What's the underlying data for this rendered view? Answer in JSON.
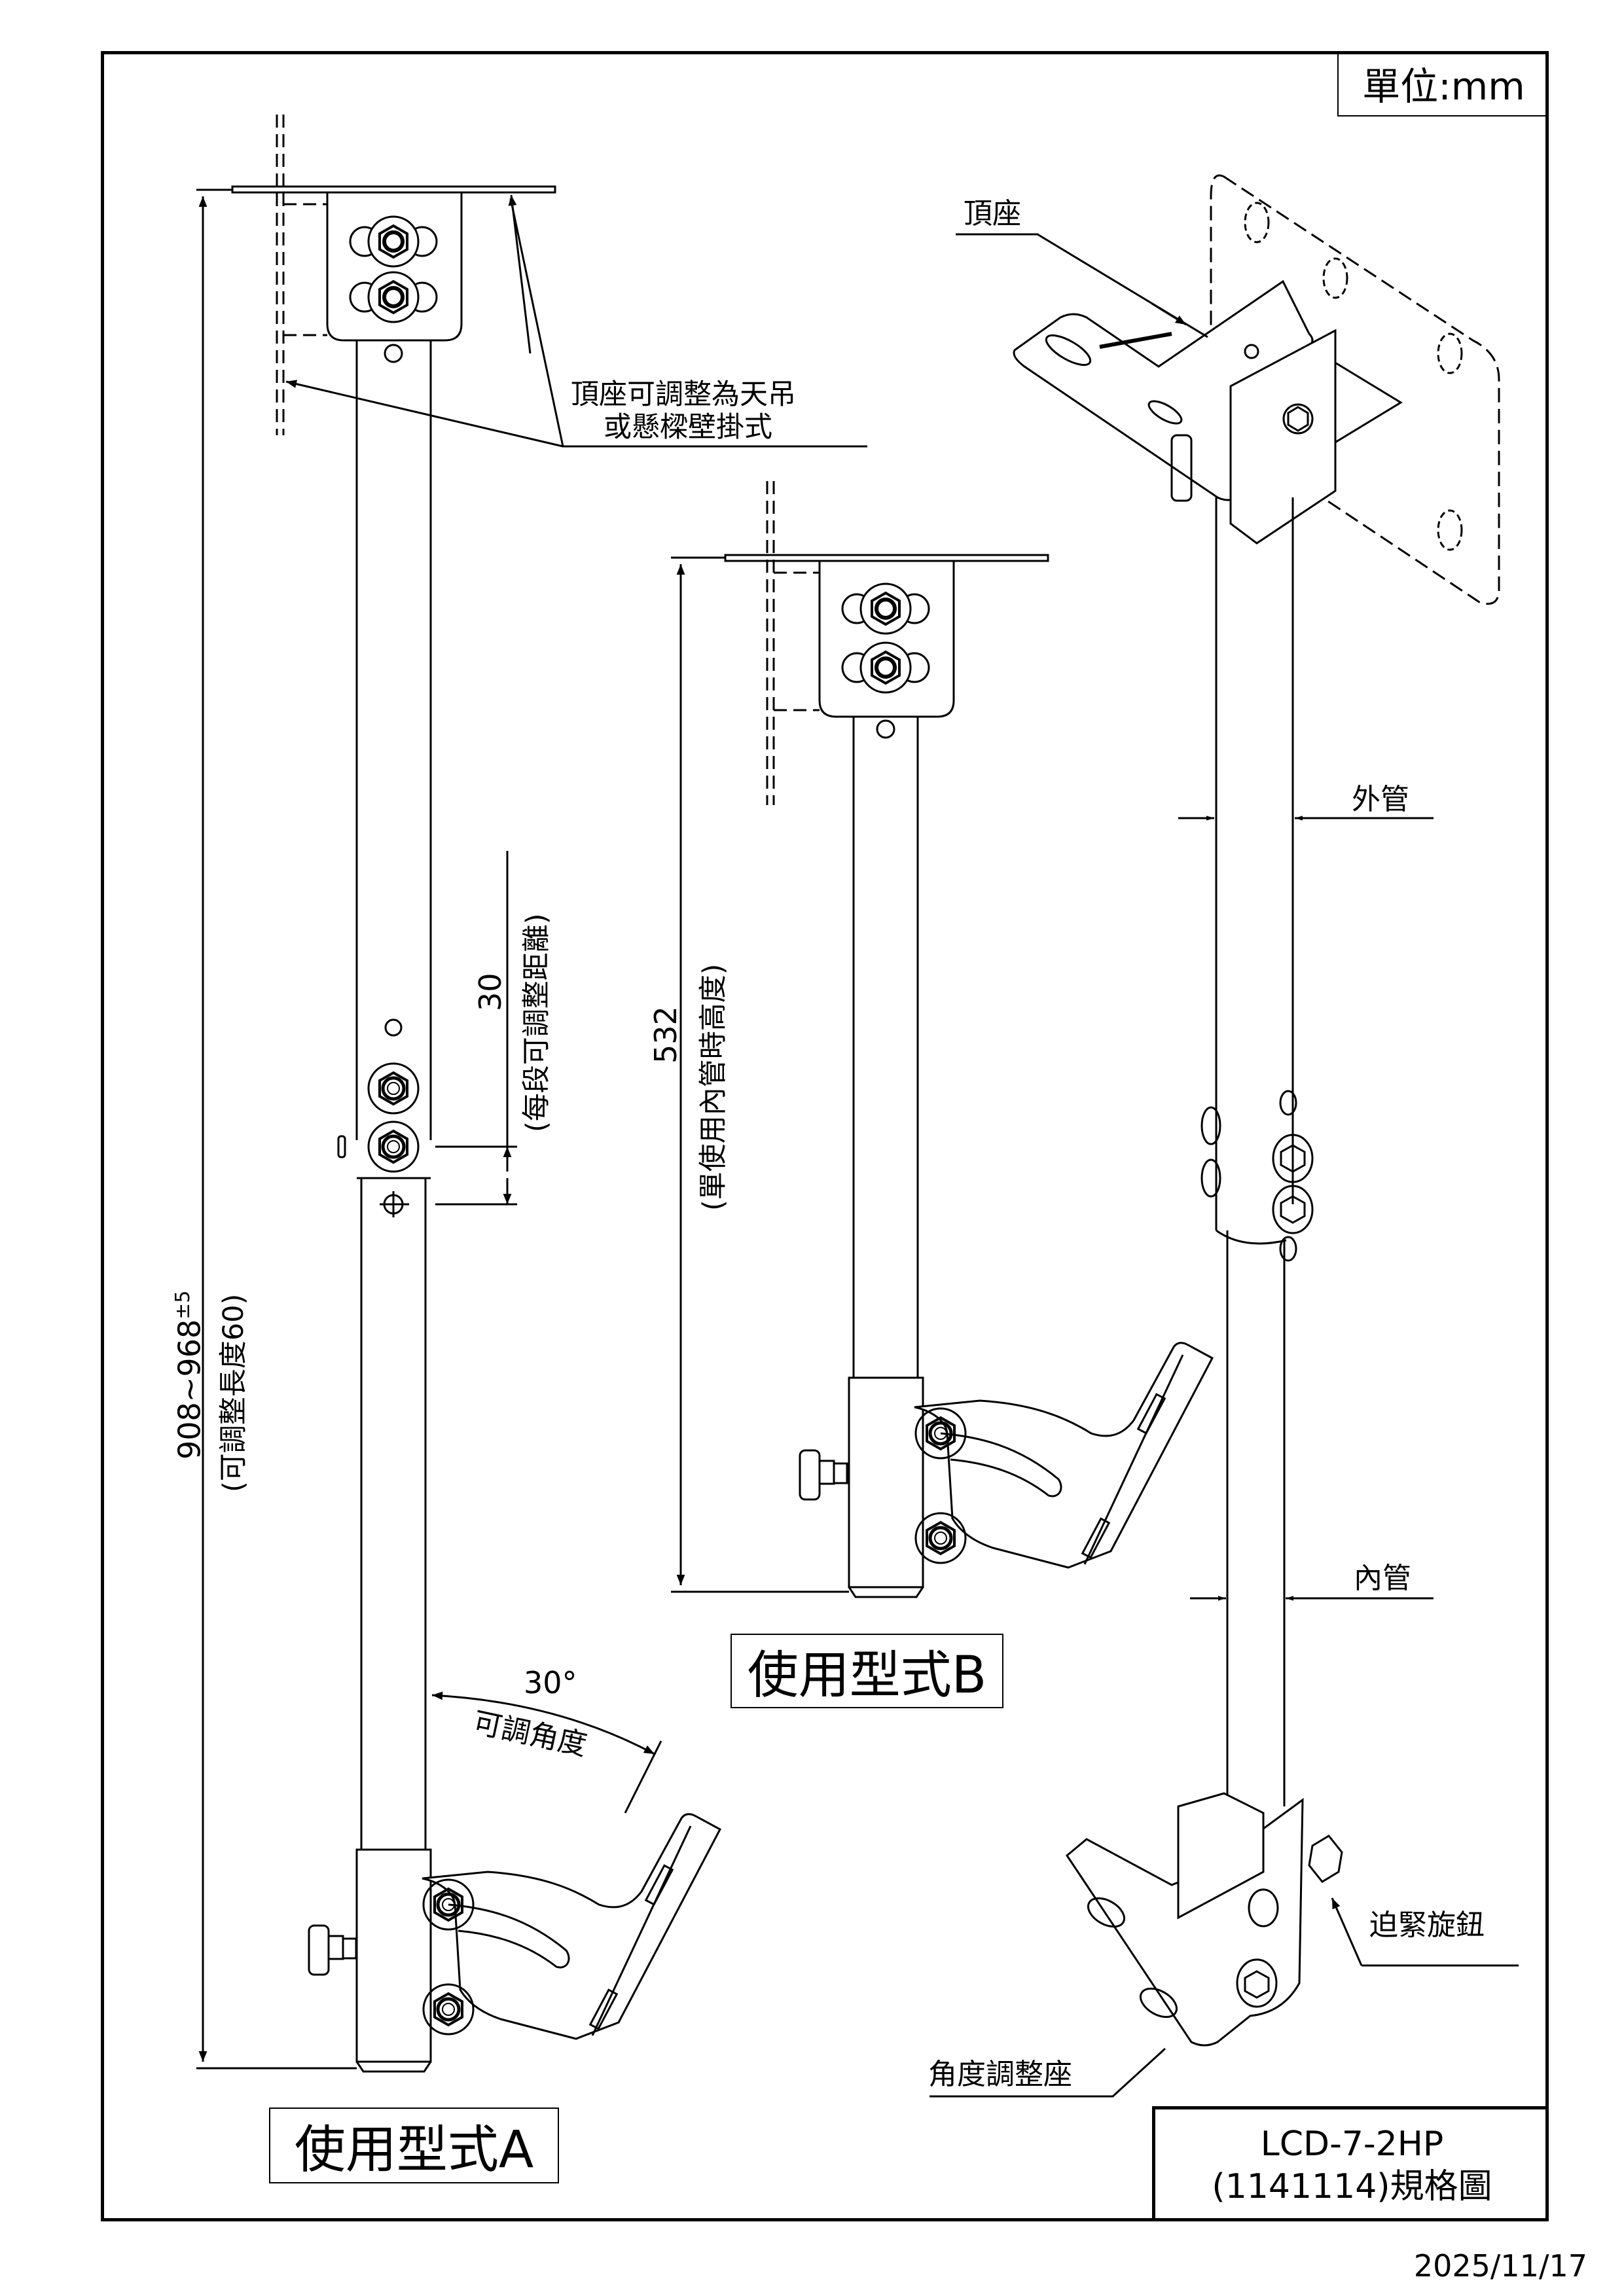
{
  "sheet": {
    "unit_label": "單位:mm",
    "model": "LCD-7-2HP",
    "doc_title": "(1141114)規格圖",
    "date": "2025/11/17"
  },
  "styleA": {
    "label": "使用型式A",
    "callout_mount": [
      "頂座可調整為天吊",
      "或懸樑壁掛式"
    ],
    "dim_total_value": "908~968",
    "dim_total_tolerance": "±5",
    "dim_total_note": "(可調整長度60)",
    "dim_step_value": "30",
    "dim_step_note": "(每段可調整距離)",
    "angle_value": "30°",
    "angle_note": "可調角度"
  },
  "styleB": {
    "label": "使用型式B",
    "dim_height_value": "532",
    "dim_height_note": "(單使用內管時高度)"
  },
  "iso": {
    "callouts": {
      "top_base": "頂座",
      "outer_tube": "外管",
      "inner_tube": "內管",
      "lock_knob": "迫緊旋鈕",
      "angle_seat": "角度調整座"
    }
  }
}
